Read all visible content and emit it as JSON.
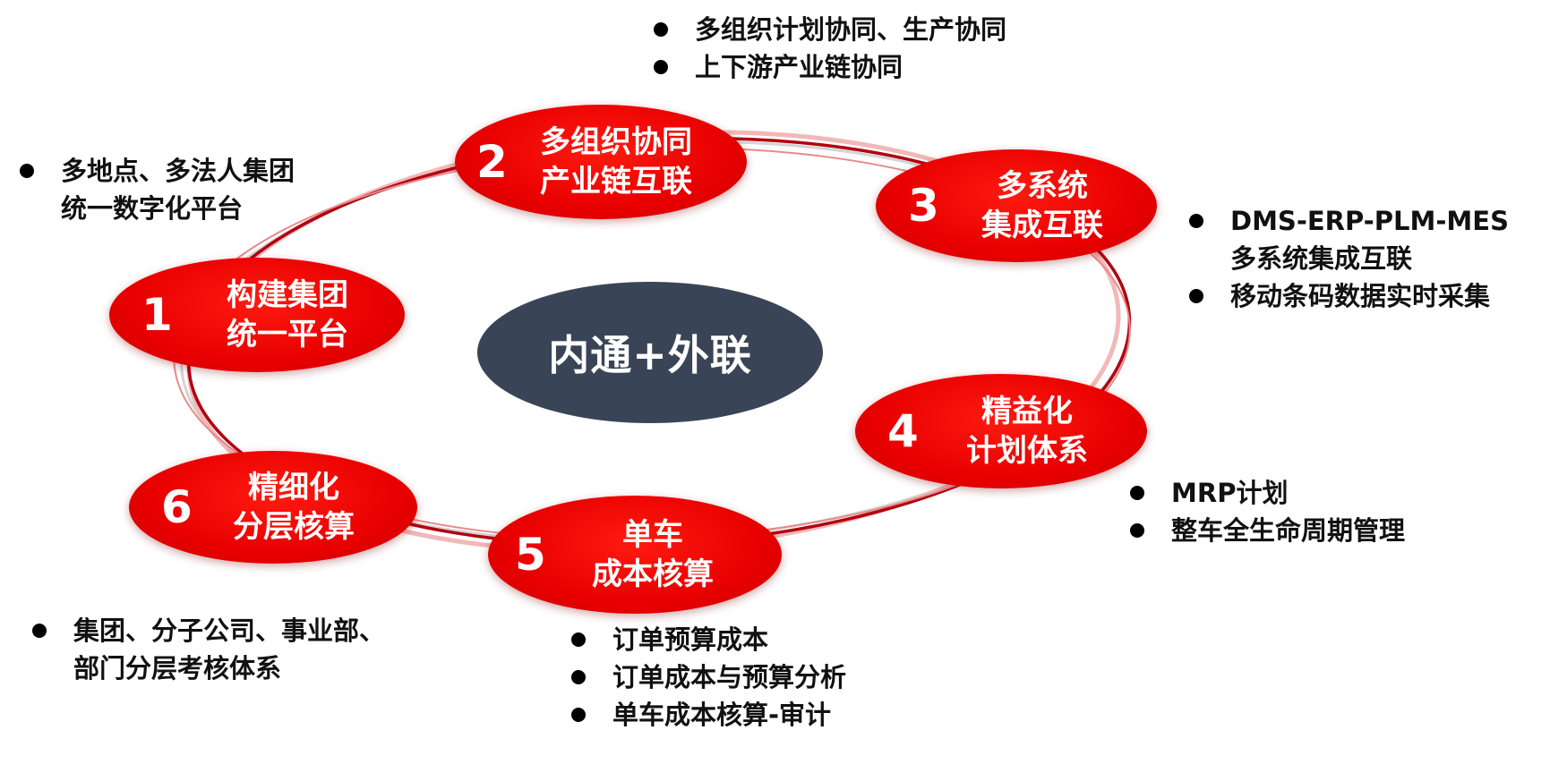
{
  "center": {
    "label": "内通+外联"
  },
  "nodes": [
    {
      "number": "1",
      "line1": "构建集团",
      "line2": "统一平台"
    },
    {
      "number": "2",
      "line1": "多组织协同",
      "line2": "产业链互联"
    },
    {
      "number": "3",
      "line1": "多系统",
      "line2": "集成互联"
    },
    {
      "number": "4",
      "line1": "精益化",
      "line2": "计划体系"
    },
    {
      "number": "5",
      "line1": "单车",
      "line2": "成本核算"
    },
    {
      "number": "6",
      "line1": "精细化",
      "line2": "分层核算"
    }
  ],
  "annotations": {
    "node1": [
      {
        "line1": "多地点、多法人集团",
        "line2": "统一数字化平台"
      }
    ],
    "node2": [
      {
        "line1": "多组织计划协同、生产协同"
      },
      {
        "line1": "上下游产业链协同"
      }
    ],
    "node3": [
      {
        "line1": "DMS-ERP-PLM-MES",
        "line2": "多系统集成互联"
      },
      {
        "line1": "移动条码数据实时采集"
      }
    ],
    "node4": [
      {
        "line1": "MRP计划"
      },
      {
        "line1": "整车全生命周期管理"
      }
    ],
    "node5": [
      {
        "line1": "订单预算成本"
      },
      {
        "line1": "订单成本与预算分析"
      },
      {
        "line1": "单车成本核算-审计"
      }
    ],
    "node6": [
      {
        "line1": "集团、分子公司、事业部、",
        "line2": "部门分层考核体系"
      }
    ]
  },
  "colors": {
    "node_red": "#e80000",
    "center_fill": "#3a4457",
    "ring_dark": "#b3000f",
    "ring_light": "#f2b8b8",
    "ring_gray": "#cfcfcf"
  }
}
